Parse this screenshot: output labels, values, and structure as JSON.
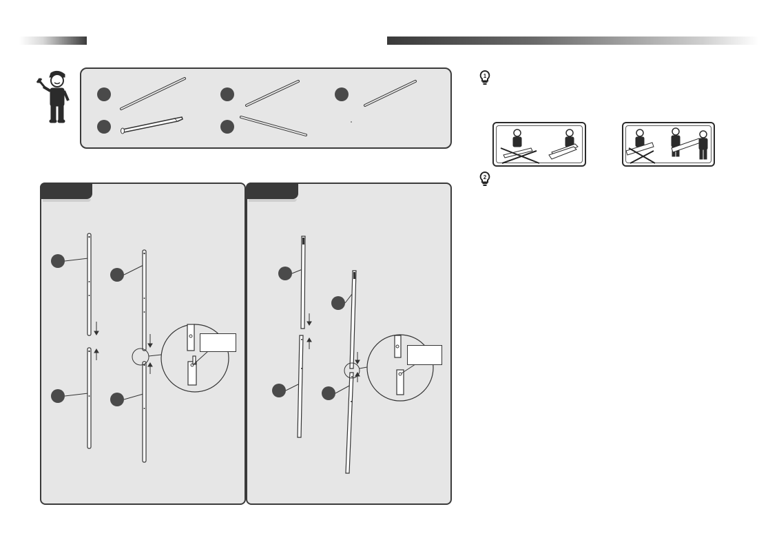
{
  "colors": {
    "frame_dark": "#3a3a3a",
    "panel_fill": "#e6e6e6",
    "badge_fill": "#4a4a4a",
    "page": "#ffffff"
  },
  "icons": {
    "worker": "worker-with-wrench-icon",
    "tip": "lightbulb-icon",
    "warning_tip": "lightbulb-icon"
  },
  "parts": [
    {
      "id": "part-a",
      "kind": "pole"
    },
    {
      "id": "part-b",
      "kind": "pole"
    },
    {
      "id": "part-c",
      "kind": "pole"
    },
    {
      "id": "part-d",
      "kind": "sleeve-pole"
    },
    {
      "id": "part-e",
      "kind": "pole"
    }
  ],
  "steps": [
    {
      "id": "step-1"
    },
    {
      "id": "step-2"
    }
  ],
  "tips": [
    {
      "id": "tip-1",
      "badge": "1"
    },
    {
      "id": "tip-2",
      "badge": "2"
    }
  ]
}
